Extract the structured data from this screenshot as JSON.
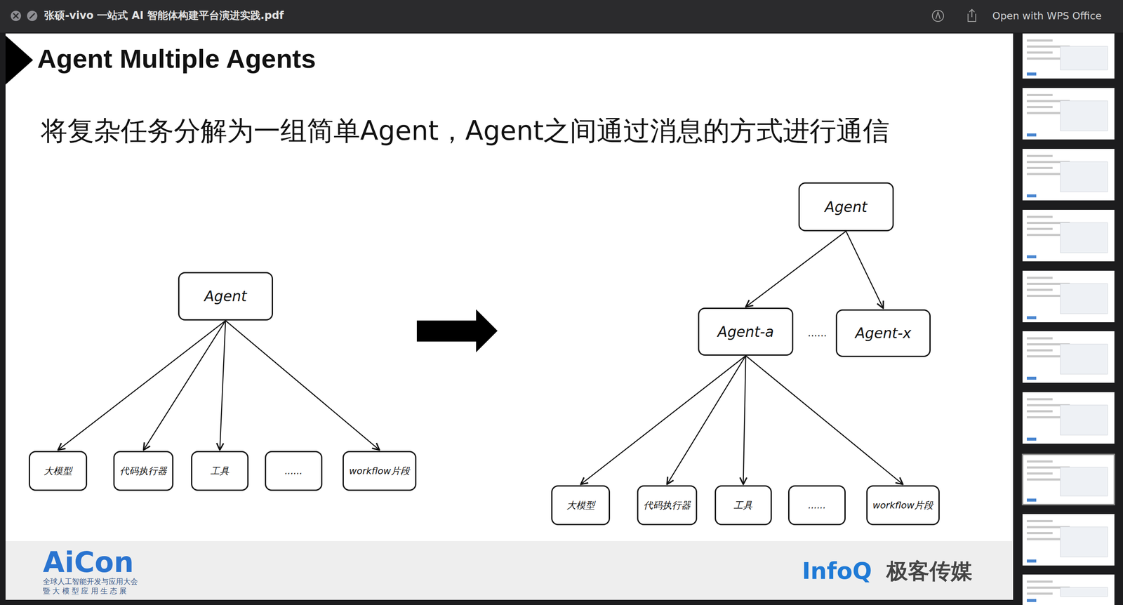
{
  "diagram": {
    "title": "Agent Multiple Agents",
    "nodes": [
      {
        "text": [
          "Agent"
        ]
      },
      {
        "text": [
          "大模型"
        ]
      },
      {
        "text": [
          "代码执行器"
        ]
      },
      {
        "text": [
          "工具"
        ]
      },
      {
        "text": [
          "......"
        ]
      },
      {
        "text": [
          "workflow片段"
        ]
      },
      {
        "text": [
          "Agent"
        ]
      },
      {
        "text": [
          "Agent-a"
        ]
      },
      {
        "text": [
          "Agent-x"
        ]
      },
      {
        "text": [
          "大模型"
        ]
      },
      {
        "text": [
          "代码执行器"
        ]
      },
      {
        "text": [
          "工具"
        ]
      },
      {
        "text": [
          "......"
        ]
      },
      {
        "text": [
          "workflow片段"
        ]
      }
    ],
    "edges": [
      {
        "from": 0,
        "to": 1,
        "arrow": "to"
      },
      {
        "from": 0,
        "to": 2,
        "arrow": "to"
      },
      {
        "from": 0,
        "to": 3,
        "arrow": "to"
      },
      {
        "from": 0,
        "to": 5,
        "arrow": "to"
      },
      {
        "from": 6,
        "to": 7,
        "arrow": "to"
      },
      {
        "from": 6,
        "to": 8,
        "arrow": "to"
      },
      {
        "from": 7,
        "to": 9,
        "arrow": "to"
      },
      {
        "from": 7,
        "to": 10,
        "arrow": "to"
      },
      {
        "from": 7,
        "to": 11,
        "arrow": "to"
      },
      {
        "from": 7,
        "to": 13,
        "arrow": "to"
      }
    ],
    "labels": [
      "张硕-vivo 一站式 AI 智能体构建平台演进实践.pdf",
      "Open with WPS Office",
      "将复杂任务分解为一组简单Agent，Agent之间通过消息的方式进行通信",
      "......",
      "AiCon",
      "全球人工智能开发与应用大会",
      "暨 大 模 型 应 用 生 态 展",
      "InfoQ",
      "极客传媒"
    ]
  }
}
